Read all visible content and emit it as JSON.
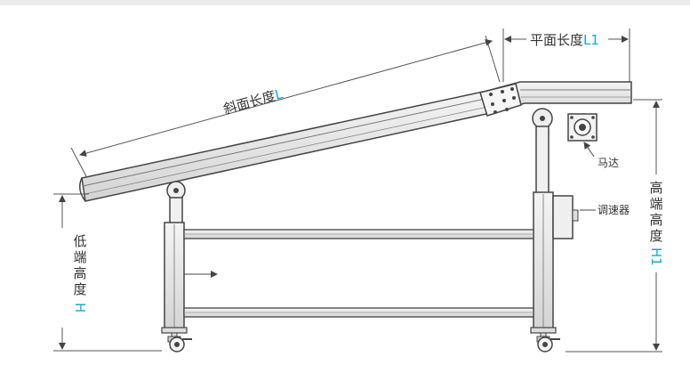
{
  "labels": {
    "slope_length": {
      "text": "斜面长度",
      "symbol": "L"
    },
    "flat_length": {
      "text": "平面长度",
      "symbol": "L1"
    },
    "motor": "马达",
    "speed_controller": "调速器",
    "high_end_height": {
      "chars": [
        "高",
        "端",
        "高",
        "度"
      ],
      "symbol": "H1"
    },
    "low_end_height": {
      "chars": [
        "低",
        "端",
        "高",
        "度"
      ],
      "symbol": "H"
    }
  },
  "colors": {
    "accent": "#1aa3e0",
    "line": "#444444",
    "frame_fill": "#e6e6e6",
    "text": "#333333"
  }
}
